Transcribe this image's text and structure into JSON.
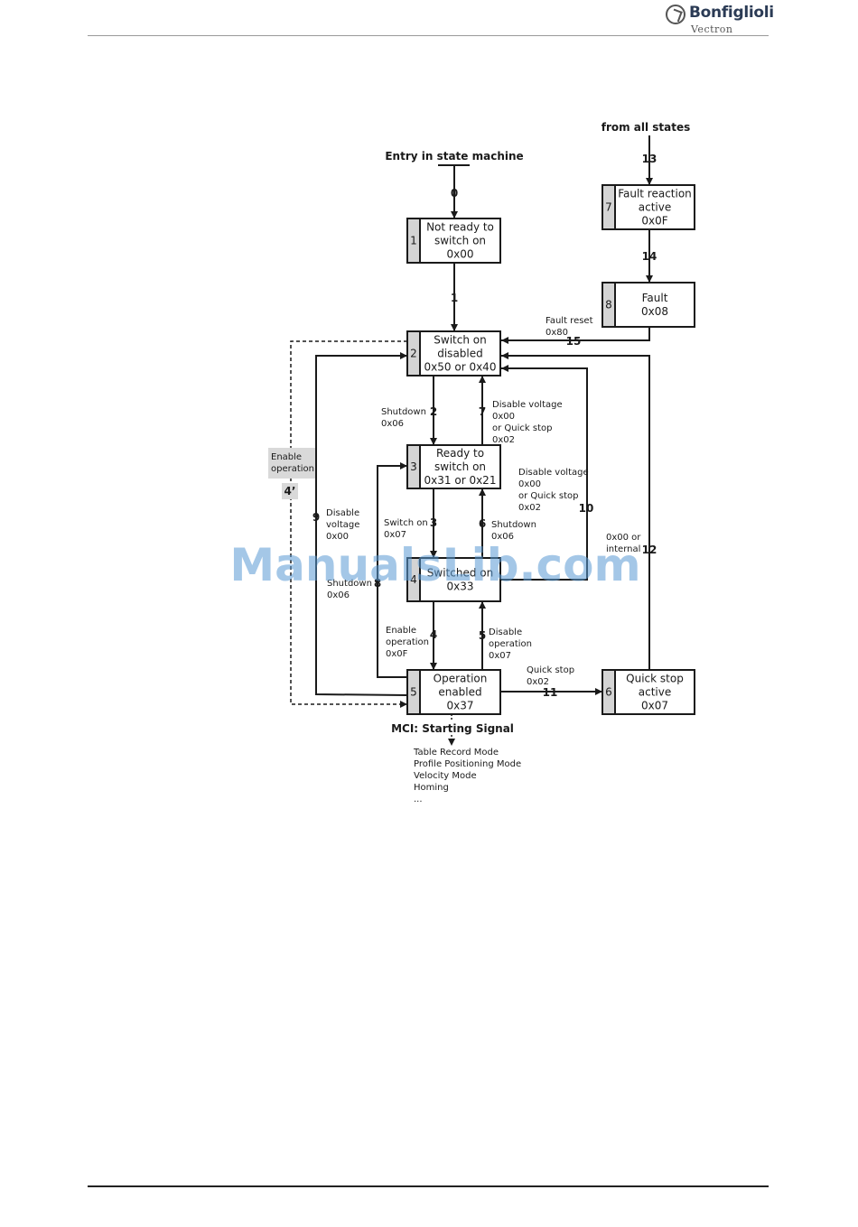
{
  "header": {
    "brand": "Bonfiglioli",
    "sub_brand": "Vectron"
  },
  "watermark": "ManualsLib.com",
  "diagram": {
    "entry_label": "Entry in state machine",
    "from_all_label": "from all states",
    "mci_label": "MCI: Starting Signal",
    "modes": [
      "Table Record Mode",
      "Profile Positioning Mode",
      "Velocity Mode",
      "Homing",
      "..."
    ],
    "states": {
      "s1": {
        "num": "1",
        "lines": [
          "Not ready to",
          "switch on",
          "0x00"
        ]
      },
      "s2": {
        "num": "2",
        "lines": [
          "Switch on",
          "disabled",
          "0x50 or 0x40"
        ]
      },
      "s3": {
        "num": "3",
        "lines": [
          "Ready to",
          "switch on",
          "0x31 or 0x21"
        ]
      },
      "s4": {
        "num": "4",
        "lines": [
          "Switched on",
          "0x33"
        ]
      },
      "s5": {
        "num": "5",
        "lines": [
          "Operation",
          "enabled",
          "0x37"
        ]
      },
      "s6": {
        "num": "6",
        "lines": [
          "Quick stop",
          "active",
          "0x07"
        ]
      },
      "s7": {
        "num": "7",
        "lines": [
          "Fault reaction",
          "active",
          "0x0F"
        ]
      },
      "s8": {
        "num": "8",
        "lines": [
          "Fault",
          "0x08"
        ]
      }
    },
    "transitions": {
      "t0": "0",
      "t1": "1",
      "t2": "2",
      "t3": "3",
      "t4": "4",
      "t5": "5",
      "t6": "6",
      "t7": "7",
      "t8": "8",
      "t9": "9",
      "t10": "10",
      "t11": "11",
      "t12": "12",
      "t13": "13",
      "t14": "14",
      "t15": "15",
      "t4p": "4’"
    },
    "labels": {
      "fault_reset": [
        "Fault reset",
        "0x80"
      ],
      "shutdown_2": [
        "Shutdown",
        "0x06"
      ],
      "disable_voltage_7": [
        "Disable voltage",
        "0x00",
        "or Quick stop",
        "0x02"
      ],
      "enable_operation_4p": [
        "Enable",
        "operation"
      ],
      "disable_voltage_10": [
        "Disable voltage",
        "0x00",
        "or Quick stop",
        "0x02"
      ],
      "disable_voltage_9": [
        "Disable",
        "voltage",
        "0x00"
      ],
      "switch_on_3": [
        "Switch on",
        "0x07"
      ],
      "shutdown_6": [
        "Shutdown",
        "0x06"
      ],
      "internal_12": [
        "0x00 or",
        "internal"
      ],
      "shutdown_8": [
        "Shutdown",
        "0x06"
      ],
      "enable_operation_4": [
        "Enable",
        "operation",
        "0x0F"
      ],
      "disable_operation_5": [
        "Disable",
        "operation",
        "0x07"
      ],
      "quick_stop_11": [
        "Quick stop",
        "0x02"
      ]
    }
  }
}
